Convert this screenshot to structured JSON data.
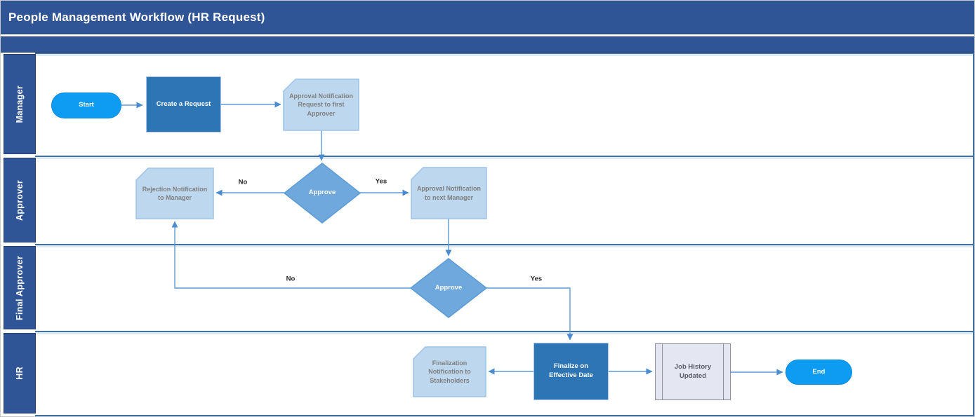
{
  "title": "People Management Workflow (HR Request)",
  "lanes": [
    {
      "label": "Manager"
    },
    {
      "label": "Approver"
    },
    {
      "label": "Final Approver"
    },
    {
      "label": "HR"
    }
  ],
  "nodes": {
    "start": {
      "label": "Start",
      "type": "terminator"
    },
    "create_request": {
      "label": "Create a Request",
      "type": "process"
    },
    "approval_first": {
      "label": "Approval Notification Request to first Approver",
      "type": "notification-card"
    },
    "rejection_manager": {
      "label": "Rejection Notification to Manager",
      "type": "notification-card"
    },
    "approve_first": {
      "label": "Approve",
      "type": "decision"
    },
    "approval_next": {
      "label": "Approval Notification to next Manager",
      "type": "notification-card"
    },
    "approve_final": {
      "label": "Approve",
      "type": "decision"
    },
    "finalization_stakeholders": {
      "label": "Finalization Notification to Stakeholders",
      "type": "notification-card"
    },
    "finalize_effective": {
      "label": "Finalize on Effective Date",
      "type": "process"
    },
    "job_history": {
      "label": "Job History Updated",
      "type": "predefined-process"
    },
    "end": {
      "label": "End",
      "type": "terminator"
    }
  },
  "edge_labels": {
    "first_no": "No",
    "first_yes": "Yes",
    "final_no": "No",
    "final_yes": "Yes"
  },
  "colors": {
    "header_blue": "#2F5597",
    "process_blue": "#2E75B6",
    "diamond_blue": "#6FA8DC",
    "card_blue": "#BDD7EE",
    "card_border": "#9DC3E6",
    "terminator_blue": "#0E9BF2",
    "connector_blue": "#5B9BD5",
    "predef_fill": "#E4E7F2",
    "predef_border": "#8A8A97"
  }
}
